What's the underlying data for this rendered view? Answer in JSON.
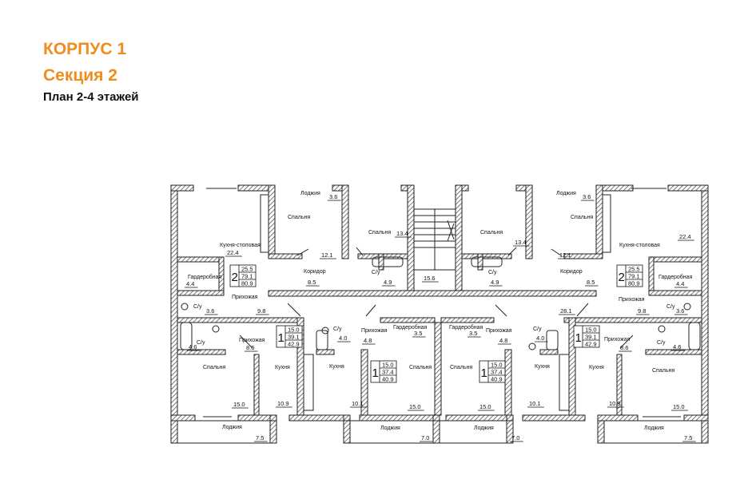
{
  "header": {
    "building": "КОРПУС 1",
    "section": "Секция 2",
    "plan": "План 2-4 этажей"
  },
  "colors": {
    "accent": "#f08c1e",
    "ink": "#111111",
    "wall_hatch": "#555555"
  },
  "rooms": [
    {
      "key": "loggia_l",
      "name": "Лоджия"
    },
    {
      "key": "loggia_l_area",
      "name": "3.6"
    },
    {
      "key": "bed_tl",
      "name": "Спальня"
    },
    {
      "key": "bed_tl_area",
      "name": "12.1"
    },
    {
      "key": "kitchen_l",
      "name": "Кухня-столовая"
    },
    {
      "key": "kitchen_l_area",
      "name": "22.4"
    },
    {
      "key": "bed_m_l",
      "name": "Спальня"
    },
    {
      "key": "bed_m_l_area",
      "name": "13.4"
    },
    {
      "key": "corr_l",
      "name": "Коридор"
    },
    {
      "key": "corr_l_area",
      "name": "8.5"
    },
    {
      "key": "cu_l",
      "name": "С/у"
    },
    {
      "key": "cu_l_area",
      "name": "4.9"
    },
    {
      "key": "stair_area",
      "name": "15.6"
    },
    {
      "key": "ward_l",
      "name": "Гардеробная"
    },
    {
      "key": "ward_l_area",
      "name": "4.4"
    },
    {
      "key": "hall_l",
      "name": "Прихожая"
    },
    {
      "key": "hall_l_area",
      "name": "9.8"
    },
    {
      "key": "cu_l2",
      "name": "С/у"
    },
    {
      "key": "cu_l2_area",
      "name": "3.6"
    },
    {
      "key": "hall_l2",
      "name": "Прихожая"
    },
    {
      "key": "hall_l2_area",
      "name": "8.6"
    },
    {
      "key": "cu_l3",
      "name": "С/у"
    },
    {
      "key": "cu_l3_area",
      "name": "4.6"
    },
    {
      "key": "kitch_l2",
      "name": "Кухня"
    },
    {
      "key": "kitch_l2_area",
      "name": "10.9"
    },
    {
      "key": "bed_bl",
      "name": "Спальня"
    },
    {
      "key": "bed_bl_area",
      "name": "15.0"
    },
    {
      "key": "loggia_bl",
      "name": "Лоджия"
    },
    {
      "key": "loggia_bl_area",
      "name": "7.5"
    },
    {
      "key": "cu_c1",
      "name": "С/у"
    },
    {
      "key": "cu_c1_area",
      "name": "4.0"
    },
    {
      "key": "hall_c1",
      "name": "Прихожая"
    },
    {
      "key": "hall_c1_area",
      "name": "4.8"
    },
    {
      "key": "kitch_c1",
      "name": "Кухня"
    },
    {
      "key": "kitch_c1_area",
      "name": "10.1"
    },
    {
      "key": "ward_c1",
      "name": "Гардеробная"
    },
    {
      "key": "ward_c1_area",
      "name": "3.5"
    },
    {
      "key": "bed_c1",
      "name": "Спальня"
    },
    {
      "key": "bed_c1_area",
      "name": "15.0"
    },
    {
      "key": "loggia_c1",
      "name": "Лоджия"
    },
    {
      "key": "loggia_c1_area",
      "name": "7.0"
    },
    {
      "key": "ward_c2",
      "name": "Гардеробная"
    },
    {
      "key": "ward_c2_area",
      "name": "3.5"
    },
    {
      "key": "bed_c2",
      "name": "Спальня"
    },
    {
      "key": "bed_c2_area",
      "name": "15.0"
    },
    {
      "key": "loggia_c2",
      "name": "Лоджия"
    },
    {
      "key": "loggia_c2_area",
      "name": "7.0"
    },
    {
      "key": "hall_c2",
      "name": "Прихожая"
    },
    {
      "key": "hall_c2_area",
      "name": "4.8"
    },
    {
      "key": "cu_c2",
      "name": "С/у"
    },
    {
      "key": "cu_c2_area",
      "name": "4.0"
    },
    {
      "key": "kitch_c2",
      "name": "Кухня"
    },
    {
      "key": "kitch_c2_area",
      "name": "10.1"
    },
    {
      "key": "bed_m_r",
      "name": "Спальня"
    },
    {
      "key": "bed_m_r_area",
      "name": "13.4"
    },
    {
      "key": "cu_r",
      "name": "С/у"
    },
    {
      "key": "cu_r_area",
      "name": "4.9"
    },
    {
      "key": "corr_r",
      "name": "Коридор"
    },
    {
      "key": "corr_r_area",
      "name": "8.5"
    },
    {
      "key": "corr_r2_area",
      "name": "28.1"
    },
    {
      "key": "loggia_r",
      "name": "Лоджия"
    },
    {
      "key": "loggia_r_area",
      "name": "3.6"
    },
    {
      "key": "bed_tr",
      "name": "Спальня"
    },
    {
      "key": "bed_tr_area",
      "name": "12.1"
    },
    {
      "key": "kitchen_r",
      "name": "Кухня-столовая"
    },
    {
      "key": "kitchen_r_area",
      "name": "22.4"
    },
    {
      "key": "ward_r",
      "name": "Гардеробная"
    },
    {
      "key": "ward_r_area",
      "name": "4.4"
    },
    {
      "key": "hall_r",
      "name": "Прихожая"
    },
    {
      "key": "hall_r_area",
      "name": "9.8"
    },
    {
      "key": "cu_r2",
      "name": "С/у"
    },
    {
      "key": "cu_r2_area",
      "name": "3.6"
    },
    {
      "key": "hall_r2",
      "name": "Прихожая"
    },
    {
      "key": "hall_r2_area",
      "name": "8.6"
    },
    {
      "key": "cu_r3",
      "name": "С/у"
    },
    {
      "key": "cu_r3_area",
      "name": "4.6"
    },
    {
      "key": "kitch_r2",
      "name": "Кухня"
    },
    {
      "key": "kitch_r2_area",
      "name": "10.9"
    },
    {
      "key": "bed_br",
      "name": "Спальня"
    },
    {
      "key": "bed_br_area",
      "name": "15.0"
    },
    {
      "key": "loggia_br",
      "name": "Лоджия"
    },
    {
      "key": "loggia_br_area",
      "name": "7.5"
    }
  ],
  "apartments": [
    {
      "key": "apt_l2",
      "rooms": "2",
      "living": "25.5",
      "total": "79.1",
      "with_loggia": "80.9"
    },
    {
      "key": "apt_r2",
      "rooms": "2",
      "living": "25.5",
      "total": "79.1",
      "with_loggia": "80.9"
    },
    {
      "key": "apt_l1",
      "rooms": "1",
      "living": "15.0",
      "total": "39.1",
      "with_loggia": "42.9"
    },
    {
      "key": "apt_r1",
      "rooms": "1",
      "living": "15.0",
      "total": "39.1",
      "with_loggia": "42.9"
    },
    {
      "key": "apt_c1",
      "rooms": "1",
      "living": "15.0",
      "total": "37.4",
      "with_loggia": "40.9"
    },
    {
      "key": "apt_c2",
      "rooms": "1",
      "living": "15.0",
      "total": "37.4",
      "with_loggia": "40.9"
    }
  ]
}
